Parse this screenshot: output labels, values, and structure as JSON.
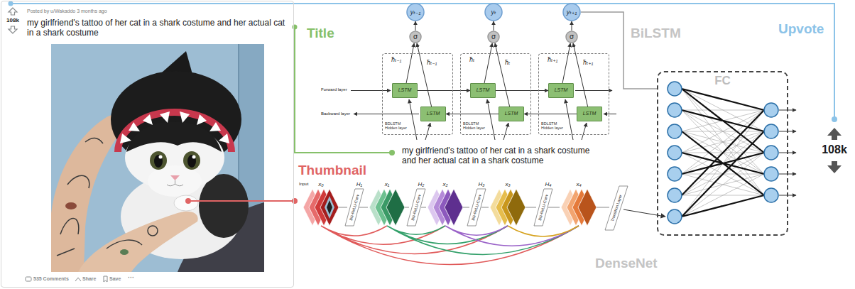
{
  "diagram": {
    "nodes": [
      {
        "text": [
          "Posted by u/Wakaddo 3 months ago",
          "my girlfriend's tattoo of her cat in a shark costume and her actual cat in a shark costume"
        ]
      },
      {
        "text": [
          "yₜ₋₁"
        ]
      },
      {
        "text": [
          "yₜ"
        ]
      },
      {
        "text": [
          "yₜ₊₁"
        ]
      },
      {
        "text": [
          "σ"
        ]
      },
      {
        "text": [
          "σ"
        ]
      },
      {
        "text": [
          "σ"
        ]
      },
      {
        "text": [
          "BDLSTM Hidden layer"
        ]
      },
      {
        "text": [
          "LSTM"
        ],
        "in": 7
      },
      {
        "text": [
          "LSTM"
        ],
        "in": 7
      },
      {
        "text": [
          "BDLSTM Hidden layer"
        ]
      },
      {
        "text": [
          "LSTM"
        ],
        "in": 10
      },
      {
        "text": [
          "LSTM"
        ],
        "in": 10
      },
      {
        "text": [
          "BDLSTM Hidden layer"
        ]
      },
      {
        "text": [
          "LSTM"
        ],
        "in": 13
      },
      {
        "text": [
          "LSTM"
        ],
        "in": 13
      },
      {
        "text": [
          "FC"
        ]
      }
    ],
    "edges": [
      {
        "from": 8,
        "to": 11,
        "arrow": "to"
      },
      {
        "from": 11,
        "to": 14,
        "arrow": "to"
      },
      {
        "from": 15,
        "to": 12,
        "arrow": "to"
      },
      {
        "from": 12,
        "to": 9,
        "arrow": "to"
      },
      {
        "from": 8,
        "to": 4,
        "arrow": "to"
      },
      {
        "from": 9,
        "to": 4,
        "arrow": "to"
      },
      {
        "from": 11,
        "to": 5,
        "arrow": "to"
      },
      {
        "from": 12,
        "to": 5,
        "arrow": "to"
      },
      {
        "from": 14,
        "to": 6,
        "arrow": "to"
      },
      {
        "from": 15,
        "to": 6,
        "arrow": "to"
      },
      {
        "from": 4,
        "to": 1,
        "arrow": "to"
      },
      {
        "from": 5,
        "to": 2,
        "arrow": "to"
      },
      {
        "from": 6,
        "to": 3,
        "arrow": "to"
      },
      {
        "from": 3,
        "to": 16,
        "arrow": "none"
      }
    ],
    "labels": [
      "108k",
      "535 Comments",
      "Share",
      "Save",
      "···",
      "Title",
      "BiLSTM",
      "Upvote",
      "Forward layer",
      "Backward layer",
      "h⃗ₜ₋₁",
      "h⃖ₜ₋₁",
      "h⃗ₜ",
      "h⃖ₜ",
      "h⃗ₜ₊₁",
      "h⃖ₜ₊₁",
      "my girlfriend's tattoo of her cat in a shark costume and her actual cat in a shark costume",
      "Thumbnail",
      "Input",
      "x₀",
      "H₁",
      "BN-ReLU-Conv",
      "x₁",
      "H₂",
      "BN-ReLU-Conv",
      "x₂",
      "H₃",
      "BN-ReLU-Conv",
      "x₃",
      "H₄",
      "BN-ReLU-Conv",
      "x₄",
      "Transition Layer",
      "DenseNet",
      "108k"
    ]
  }
}
